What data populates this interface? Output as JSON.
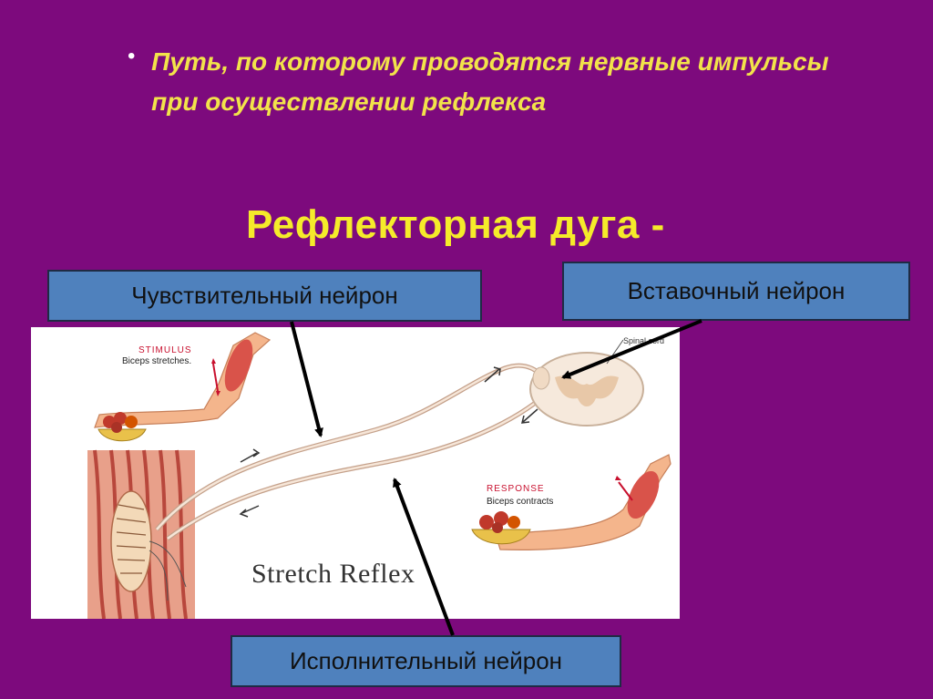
{
  "bullet": {
    "symbol": "•",
    "text": "Путь, по которому проводятся нервные импульсы при осуществлении рефлекса"
  },
  "heading": "Рефлекторная дуга -",
  "labels": {
    "sensory": "Чувствительный нейрон",
    "interneuron": "Вставочный нейрон",
    "motor": "Исполнительный нейрон"
  },
  "figure": {
    "stimulus_title": "STIMULUS",
    "stimulus_text": "Biceps stretches.",
    "response_title": "RESPONSE",
    "response_text": "Biceps contracts",
    "spinal_cord_label": "Spinal cord",
    "caption": "Stretch Reflex"
  },
  "colors": {
    "background": "#7d0a7d",
    "bullet_text": "#f2e34a",
    "heading": "#f5eb2a",
    "label_box": "#4f81bd"
  }
}
